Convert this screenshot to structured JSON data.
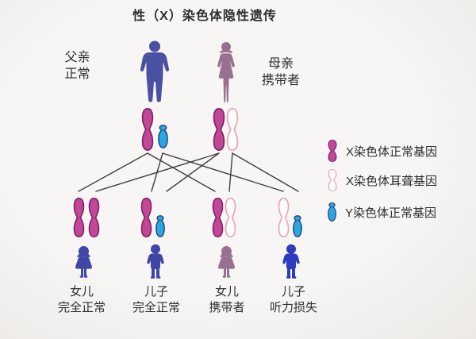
{
  "title": "性（X）染色体隐性遗传",
  "parents": {
    "father": {
      "role": "父亲",
      "status": "正常"
    },
    "mother": {
      "role": "母亲",
      "status": "携带者"
    }
  },
  "children": [
    {
      "role": "女儿",
      "status": "完全正常"
    },
    {
      "role": "儿子",
      "status": "完全正常"
    },
    {
      "role": "女儿",
      "status": "携带者"
    },
    {
      "role": "儿子",
      "status": "听力损失"
    }
  ],
  "legend": [
    {
      "icon": "x-chromosome-normal-icon",
      "label": "X染色体正常基因"
    },
    {
      "icon": "x-chromosome-deaf-icon",
      "label": "X染色体耳聋基因"
    },
    {
      "icon": "y-chromosome-normal-icon",
      "label": "Y染色体正常基因"
    }
  ],
  "colors": {
    "text": "#2e2e2e",
    "line": "#3f3f3f",
    "father-indigo": "#4a50a2",
    "mother-mauve": "#97718f",
    "child-indigo": "#3f46a6",
    "carrier-mauve": "#97718f",
    "affected-blue": "#2c3bbf",
    "x-normal-fill": "#c24797",
    "x-normal-stroke": "#7d2364",
    "x-deaf-fill": "#fdfcfb",
    "x-deaf-stroke": "#e5a3ba",
    "y-fill": "#2aa6e0",
    "y-stroke": "#253a76"
  }
}
